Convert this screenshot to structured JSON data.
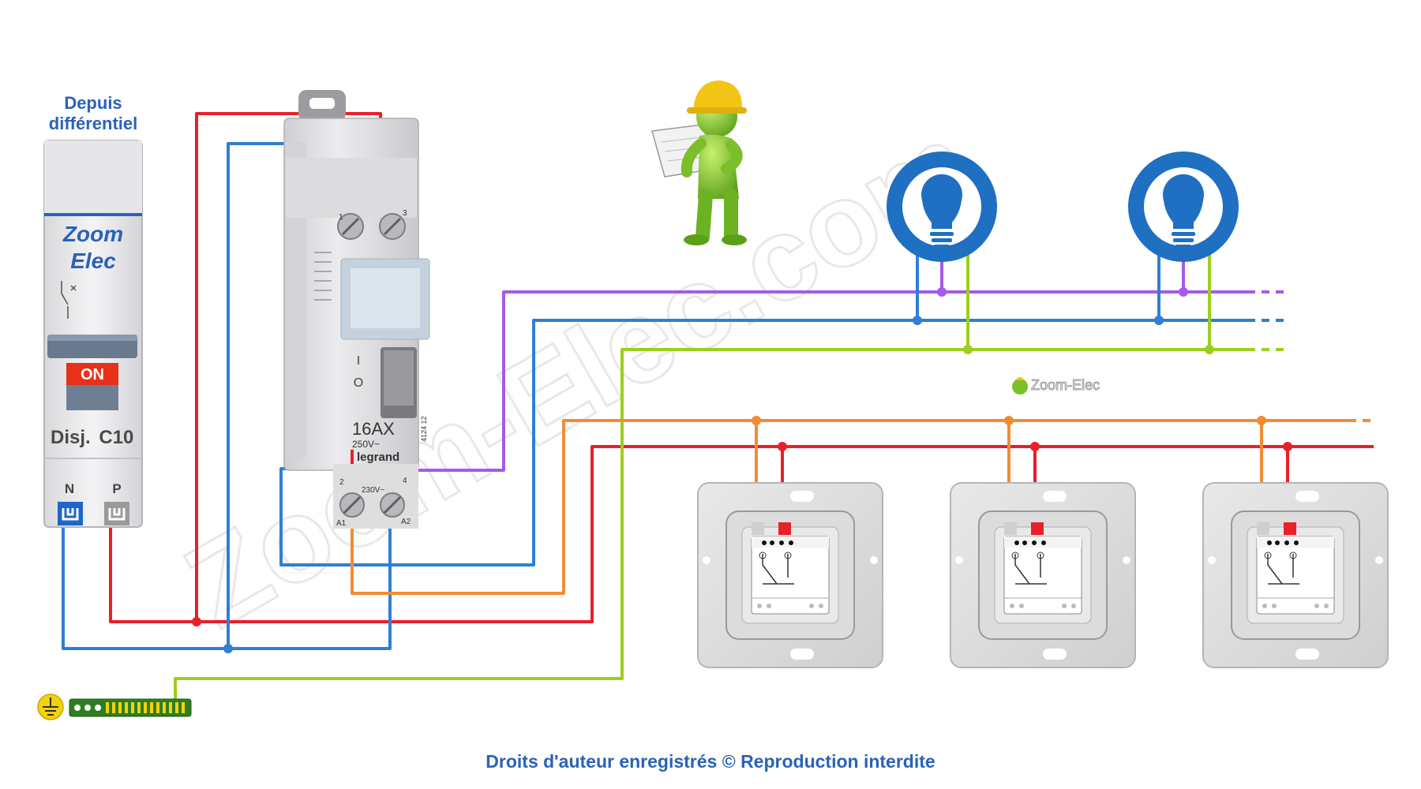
{
  "source_label": {
    "line1": "Depuis",
    "line2": "différentiel"
  },
  "breaker": {
    "brand_line1": "Zoom",
    "brand_line2": "Elec",
    "on_label": "ON",
    "model_prefix": "Disj.",
    "model_rating": "C10",
    "terminal_n": "N",
    "terminal_p": "P"
  },
  "relay": {
    "rating": "16AX",
    "voltage": "250V~",
    "brand": "legrand",
    "ref": "4124 12",
    "coil_voltage": "230V~",
    "t1": "1",
    "t2": "2",
    "t3": "3",
    "t4": "4",
    "a1": "A1",
    "a2": "A2",
    "pos_on": "I",
    "pos_off": "O"
  },
  "watermark": "Zoom-Elec.com",
  "small_logo": "Zoom-Elec",
  "copyright": "Droits d'auteur enregistrés © Reproduction interdite",
  "colors": {
    "phase": "#e8202a",
    "neutral": "#2f7fd4",
    "earth": "#9ccf1c",
    "return": "#a55be8",
    "control": "#f28c34",
    "title_blue": "#2a62b8",
    "lamp_blue": "#1f6fc2"
  },
  "icons": [
    "lamp-icon",
    "worker-icon",
    "earth-symbol-icon",
    "pushbutton-icon"
  ]
}
